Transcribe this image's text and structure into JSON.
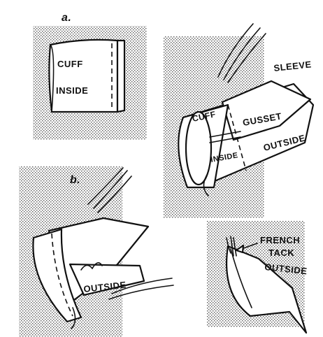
{
  "labels": {
    "step_a": "a.",
    "step_b": "b.",
    "cuff_a": "CUFF",
    "inside_a": "INSIDE",
    "sleeve": "SLEEVE",
    "cuff_right": "CUFF",
    "gusset": "GUSSET",
    "inside_right": "INSIDE",
    "outside_right": "OUTSIDE",
    "outside_b": "OUTSIDE",
    "french": "FRENCH",
    "tack": "TACK",
    "outside_tack": "OUTSIDE"
  }
}
